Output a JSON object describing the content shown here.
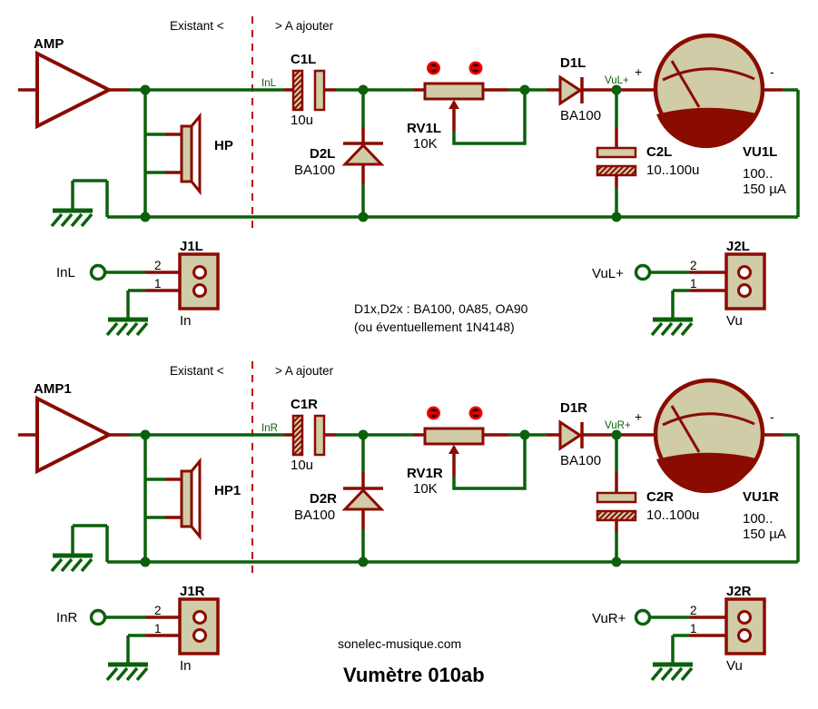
{
  "colors": {
    "component_red": "#8a0b00",
    "wire_green": "#0b610b",
    "fill_beige": "#cfcca7",
    "bright_red": "#f80400",
    "dash_red": "#c00000",
    "background": "#ffffff",
    "text_black": "#000000"
  },
  "channels": [
    {
      "amp": "AMP",
      "hp": "HP",
      "existant": "Existant <",
      "ajouter": "> A ajouter",
      "in_net": "InL",
      "c1": {
        "name": "C1L",
        "value": "10u"
      },
      "d2": {
        "name": "D2L",
        "value": "BA100"
      },
      "rv": {
        "name": "RV1L",
        "value": "10K"
      },
      "d1": {
        "name": "D1L",
        "value": "BA100"
      },
      "vu_net": "VuL+",
      "plus": "+",
      "minus": "-",
      "c2": {
        "name": "C2L",
        "value": "10..100u"
      },
      "meter": {
        "name": "VU1L",
        "range1": "100..",
        "range2": "150 µA"
      },
      "j1": {
        "name": "J1L",
        "pin2": "2",
        "pin1": "1",
        "label": "In",
        "net": "InL"
      },
      "j2": {
        "name": "J2L",
        "pin2": "2",
        "pin1": "1",
        "label": "Vu",
        "net": "VuL+"
      }
    },
    {
      "amp": "AMP1",
      "hp": "HP1",
      "existant": "Existant <",
      "ajouter": "> A ajouter",
      "in_net": "InR",
      "c1": {
        "name": "C1R",
        "value": "10u"
      },
      "d2": {
        "name": "D2R",
        "value": "BA100"
      },
      "rv": {
        "name": "RV1R",
        "value": "10K"
      },
      "d1": {
        "name": "D1R",
        "value": "BA100"
      },
      "vu_net": "VuR+",
      "plus": "+",
      "minus": "-",
      "c2": {
        "name": "C2R",
        "value": "10..100u"
      },
      "meter": {
        "name": "VU1R",
        "range1": "100..",
        "range2": "150 µA"
      },
      "j1": {
        "name": "J1R",
        "pin2": "2",
        "pin1": "1",
        "label": "In",
        "net": "InR"
      },
      "j2": {
        "name": "J2R",
        "pin2": "2",
        "pin1": "1",
        "label": "Vu",
        "net": "VuR+"
      }
    }
  ],
  "notes": {
    "line1": "D1x,D2x : BA100, 0A85, OA90",
    "line2": "(ou éventuellement 1N4148)"
  },
  "footer": {
    "site": "sonelec-musique.com",
    "title": "Vumètre 010ab"
  }
}
